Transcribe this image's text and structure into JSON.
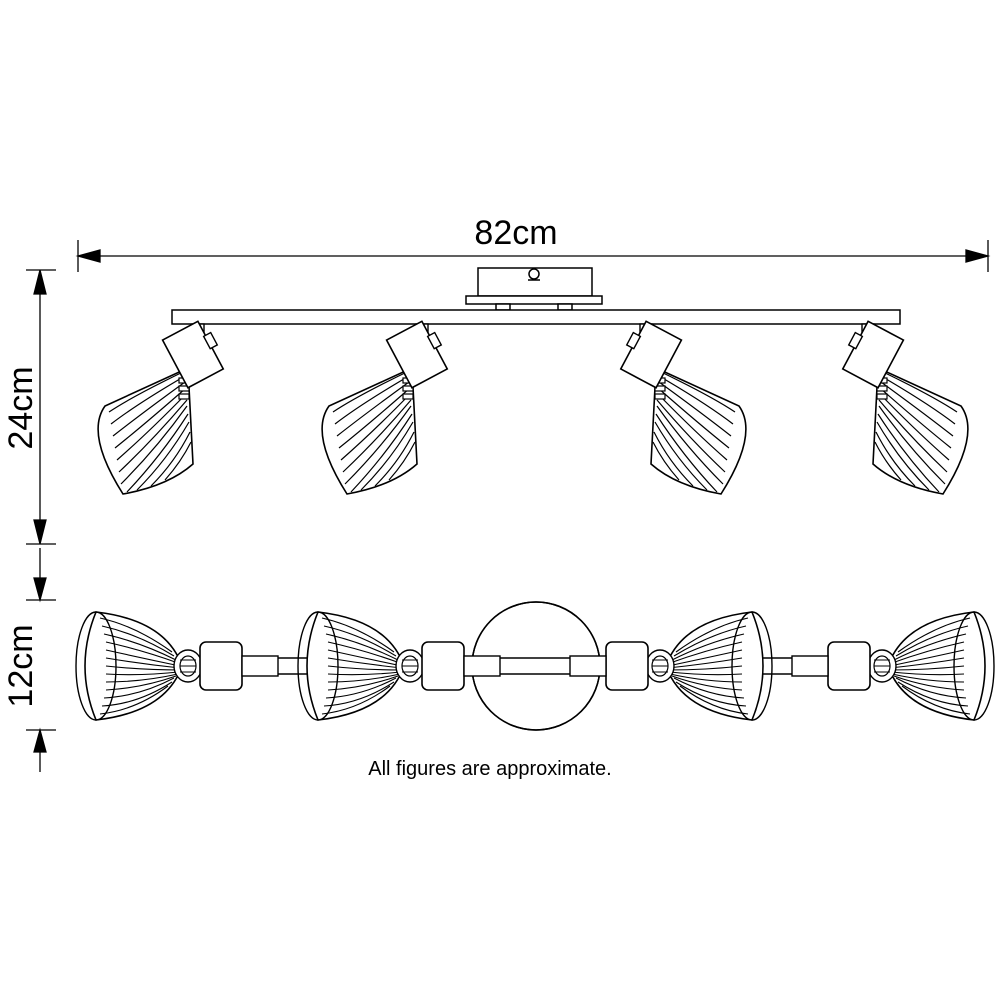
{
  "dimensions": {
    "width": "82cm",
    "height": "24cm",
    "depth": "12cm"
  },
  "caption": "All figures are approximate.",
  "colors": {
    "line": "#000000",
    "background": "#ffffff"
  }
}
